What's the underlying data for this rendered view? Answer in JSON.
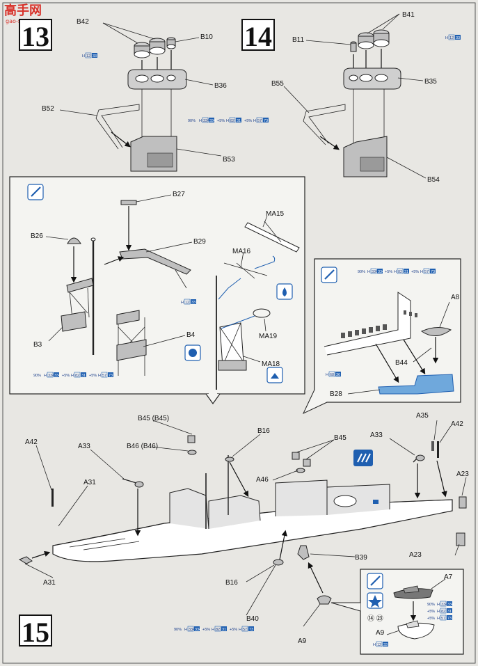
{
  "watermark": {
    "title": "高手网",
    "url": "gao-shou.com"
  },
  "steps": {
    "s13": "13",
    "s14": "14",
    "s15": "15"
  },
  "paint": {
    "h12": [
      "H",
      "12",
      "33"
    ],
    "mix1": [
      "90%",
      "H",
      "334",
      "334",
      "+5%",
      "H",
      "82",
      "31",
      "+5%",
      "H",
      "57",
      "73"
    ],
    "h68": [
      "H",
      "68",
      "36"
    ],
    "ring": "⑭ ㉓"
  },
  "colors": {
    "paint_blue": "#1f5fb0",
    "part_blue": "#6fa8dc"
  },
  "labels": {
    "B42": "B42",
    "B10": "B10",
    "B36": "B36",
    "B52": "B52",
    "B53": "B53",
    "B41": "B41",
    "B11": "B11",
    "B55": "B55",
    "B35": "B35",
    "B54": "B54",
    "B27": "B27",
    "B26": "B26",
    "B29": "B29",
    "B3": "B3",
    "B4": "B4",
    "MA15": "MA15",
    "MA16": "MA16",
    "MA19": "MA19",
    "MA18": "MA18",
    "A8": "A8",
    "B44": "B44",
    "B28": "B28",
    "B45_1": "B45 (B45)",
    "B46_1": "B46 (B46)",
    "B16_1": "B16",
    "B45_2": "B45",
    "A33_1": "A33",
    "A33_2": "A33",
    "A35": "A35",
    "A42_1": "A42",
    "A42_2": "A42",
    "A31_1": "A31",
    "A31_2": "A31",
    "A46": "A46",
    "A23_1": "A23",
    "A23_2": "A23",
    "B39": "B39",
    "B16_2": "B16",
    "B40": "B40",
    "A9_1": "A9",
    "A7": "A7",
    "A9_2": "A9"
  }
}
